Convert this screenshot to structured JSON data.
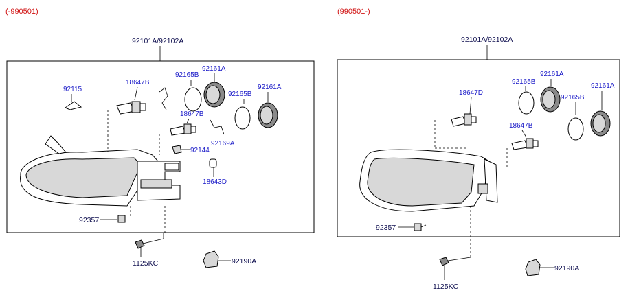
{
  "colors": {
    "range": "#d01010",
    "part_ref": "#1a1ac8",
    "part_no": "#101050"
  },
  "left": {
    "range": "(-990501)",
    "assembly": "92101A/92102A",
    "labels": {
      "p92115": "92115",
      "p18647B_a": "18647B",
      "p92165B_a": "92165B",
      "p92161A_a": "92161A",
      "p92165B_b": "92165B",
      "p92161A_b": "92161A",
      "p18647B_b": "18647B",
      "p92169A": "92169A",
      "p92144": "92144",
      "p18643D": "18643D",
      "p92357": "92357",
      "p1125KC": "1125KC",
      "p92190A": "92190A"
    }
  },
  "right": {
    "range": "(990501-)",
    "assembly": "92101A/92102A",
    "labels": {
      "p92165B_a": "92165B",
      "p92161A_a": "92161A",
      "p18647D": "18647D",
      "p92165B_b": "92165B",
      "p92161A_b": "92161A",
      "p18647B": "18647B",
      "p92357": "92357",
      "p1125KC": "1125KC",
      "p92190A": "92190A"
    }
  }
}
